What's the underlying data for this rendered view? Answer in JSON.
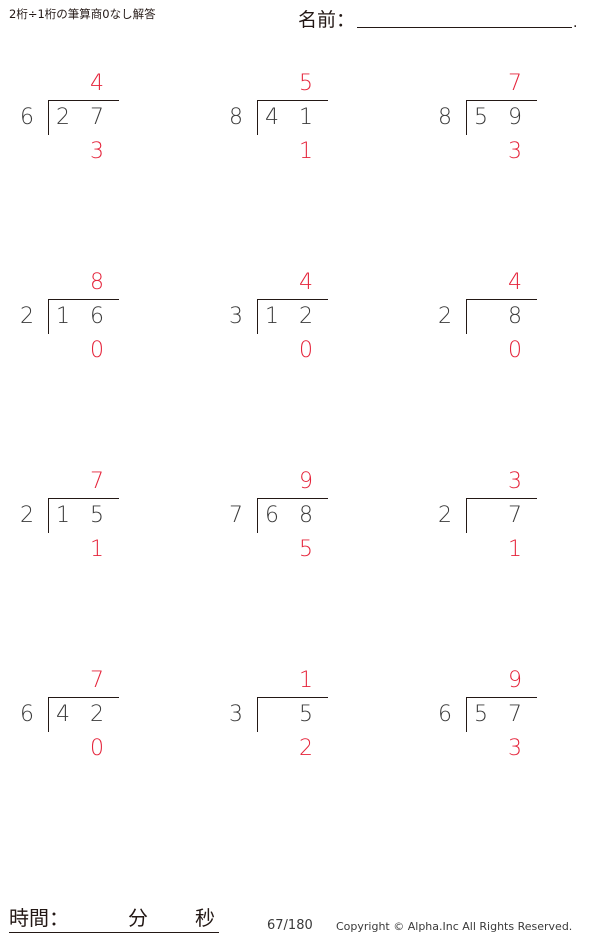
{
  "header": {
    "title": "2桁÷1桁の筆算商0なし解答",
    "name_label": "名前：",
    "name_period": "."
  },
  "colors": {
    "answer_red": "#e5243b",
    "text_dark": "#231815"
  },
  "problems": [
    {
      "divisor": "6",
      "dividend_tens": "2",
      "dividend_ones": "7",
      "quotient": "4",
      "remainder": "3"
    },
    {
      "divisor": "8",
      "dividend_tens": "4",
      "dividend_ones": "1",
      "quotient": "5",
      "remainder": "1"
    },
    {
      "divisor": "8",
      "dividend_tens": "5",
      "dividend_ones": "9",
      "quotient": "7",
      "remainder": "3"
    },
    {
      "divisor": "2",
      "dividend_tens": "1",
      "dividend_ones": "6",
      "quotient": "8",
      "remainder": "0"
    },
    {
      "divisor": "3",
      "dividend_tens": "1",
      "dividend_ones": "2",
      "quotient": "4",
      "remainder": "0"
    },
    {
      "divisor": "2",
      "dividend_tens": "",
      "dividend_ones": "8",
      "quotient": "4",
      "remainder": "0"
    },
    {
      "divisor": "2",
      "dividend_tens": "1",
      "dividend_ones": "5",
      "quotient": "7",
      "remainder": "1"
    },
    {
      "divisor": "7",
      "dividend_tens": "6",
      "dividend_ones": "8",
      "quotient": "9",
      "remainder": "5"
    },
    {
      "divisor": "2",
      "dividend_tens": "",
      "dividend_ones": "7",
      "quotient": "3",
      "remainder": "1"
    },
    {
      "divisor": "6",
      "dividend_tens": "4",
      "dividend_ones": "2",
      "quotient": "7",
      "remainder": "0"
    },
    {
      "divisor": "3",
      "dividend_tens": "",
      "dividend_ones": "5",
      "quotient": "1",
      "remainder": "2"
    },
    {
      "divisor": "6",
      "dividend_tens": "5",
      "dividend_ones": "7",
      "quotient": "9",
      "remainder": "3"
    }
  ],
  "footer": {
    "time_label": "時間：",
    "minutes_label": "分",
    "seconds_label": "秒",
    "page": "67/180",
    "copyright": "Copyright © Alpha.Inc All Rights Reserved."
  }
}
